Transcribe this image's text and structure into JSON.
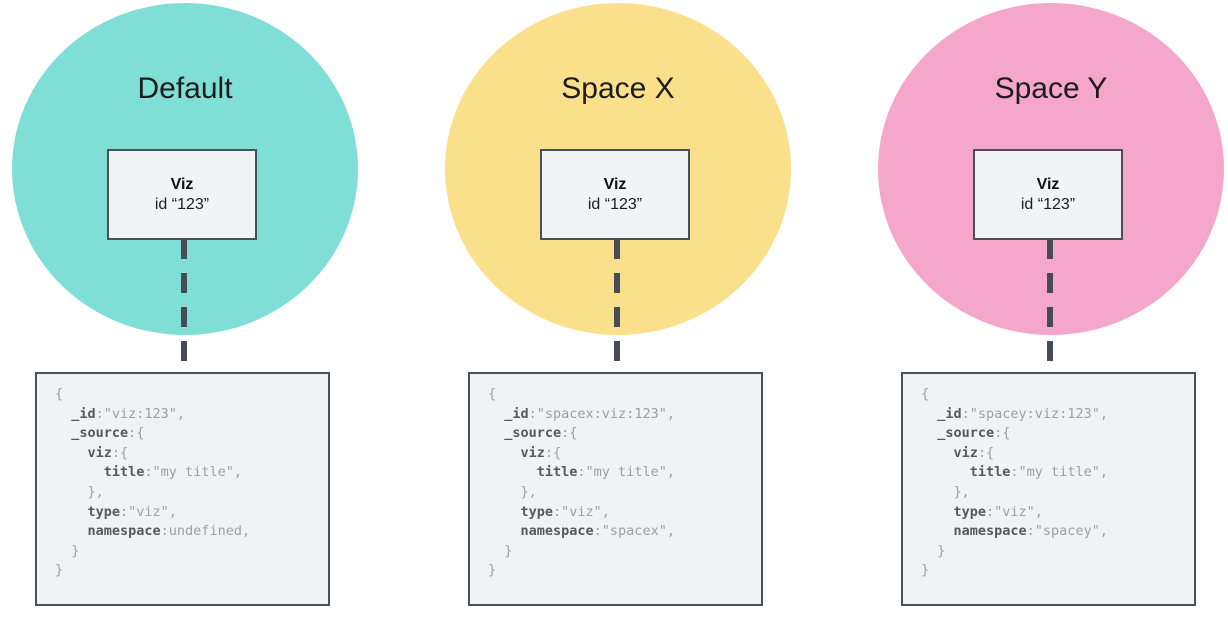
{
  "colors": {
    "default_circle": "#7fded6",
    "spacex_circle": "#fbe08c",
    "spacey_circle": "#f5a6cb",
    "connector": "#454b57",
    "box_border": "#4a505b",
    "box_fill": "#f2f3f4",
    "code_key": "#55595e",
    "code_value": "#9aa0a6"
  },
  "columns": [
    {
      "id": "default",
      "circle_label": "Default",
      "circle_color": "#7fded6",
      "node": {
        "title": "Viz",
        "id_line": "id “123”"
      },
      "code_lines": [
        [
          [
            "v",
            "{"
          ]
        ],
        [
          [
            "v",
            "  "
          ],
          [
            "k",
            "_id"
          ],
          [
            "v",
            ":\"viz:123\","
          ]
        ],
        [
          [
            "v",
            "  "
          ],
          [
            "k",
            "_source"
          ],
          [
            "v",
            ":{"
          ]
        ],
        [
          [
            "v",
            "    "
          ],
          [
            "k",
            "viz"
          ],
          [
            "v",
            ":{"
          ]
        ],
        [
          [
            "v",
            "      "
          ],
          [
            "k",
            "title"
          ],
          [
            "v",
            ":\"my title\","
          ]
        ],
        [
          [
            "v",
            "    },"
          ]
        ],
        [
          [
            "v",
            "    "
          ],
          [
            "k",
            "type"
          ],
          [
            "v",
            ":\"viz\","
          ]
        ],
        [
          [
            "v",
            "    "
          ],
          [
            "k",
            "namespace"
          ],
          [
            "v",
            ":undefined,"
          ]
        ],
        [
          [
            "v",
            "  }"
          ]
        ],
        [
          [
            "v",
            "}"
          ]
        ]
      ]
    },
    {
      "id": "space-x",
      "circle_label": "Space X",
      "circle_color": "#fbe08c",
      "node": {
        "title": "Viz",
        "id_line": "id “123”"
      },
      "code_lines": [
        [
          [
            "v",
            "{"
          ]
        ],
        [
          [
            "v",
            "  "
          ],
          [
            "k",
            "_id"
          ],
          [
            "v",
            ":\"spacex:viz:123\","
          ]
        ],
        [
          [
            "v",
            "  "
          ],
          [
            "k",
            "_source"
          ],
          [
            "v",
            ":{"
          ]
        ],
        [
          [
            "v",
            "    "
          ],
          [
            "k",
            "viz"
          ],
          [
            "v",
            ":{"
          ]
        ],
        [
          [
            "v",
            "      "
          ],
          [
            "k",
            "title"
          ],
          [
            "v",
            ":\"my title\","
          ]
        ],
        [
          [
            "v",
            "    },"
          ]
        ],
        [
          [
            "v",
            "    "
          ],
          [
            "k",
            "type"
          ],
          [
            "v",
            ":\"viz\","
          ]
        ],
        [
          [
            "v",
            "    "
          ],
          [
            "k",
            "namespace"
          ],
          [
            "v",
            ":\"spacex\","
          ]
        ],
        [
          [
            "v",
            "  }"
          ]
        ],
        [
          [
            "v",
            "}"
          ]
        ]
      ]
    },
    {
      "id": "space-y",
      "circle_label": "Space Y",
      "circle_color": "#f5a6cb",
      "node": {
        "title": "Viz",
        "id_line": "id “123”"
      },
      "code_lines": [
        [
          [
            "v",
            "{"
          ]
        ],
        [
          [
            "v",
            "  "
          ],
          [
            "k",
            "_id"
          ],
          [
            "v",
            ":\"spacey:viz:123\","
          ]
        ],
        [
          [
            "v",
            "  "
          ],
          [
            "k",
            "_source"
          ],
          [
            "v",
            ":{"
          ]
        ],
        [
          [
            "v",
            "    "
          ],
          [
            "k",
            "viz"
          ],
          [
            "v",
            ":{"
          ]
        ],
        [
          [
            "v",
            "      "
          ],
          [
            "k",
            "title"
          ],
          [
            "v",
            ":\"my title\","
          ]
        ],
        [
          [
            "v",
            "    },"
          ]
        ],
        [
          [
            "v",
            "    "
          ],
          [
            "k",
            "type"
          ],
          [
            "v",
            ":\"viz\","
          ]
        ],
        [
          [
            "v",
            "    "
          ],
          [
            "k",
            "namespace"
          ],
          [
            "v",
            ":\"spacey\","
          ]
        ],
        [
          [
            "v",
            "  }"
          ]
        ],
        [
          [
            "v",
            "}"
          ]
        ]
      ]
    }
  ]
}
